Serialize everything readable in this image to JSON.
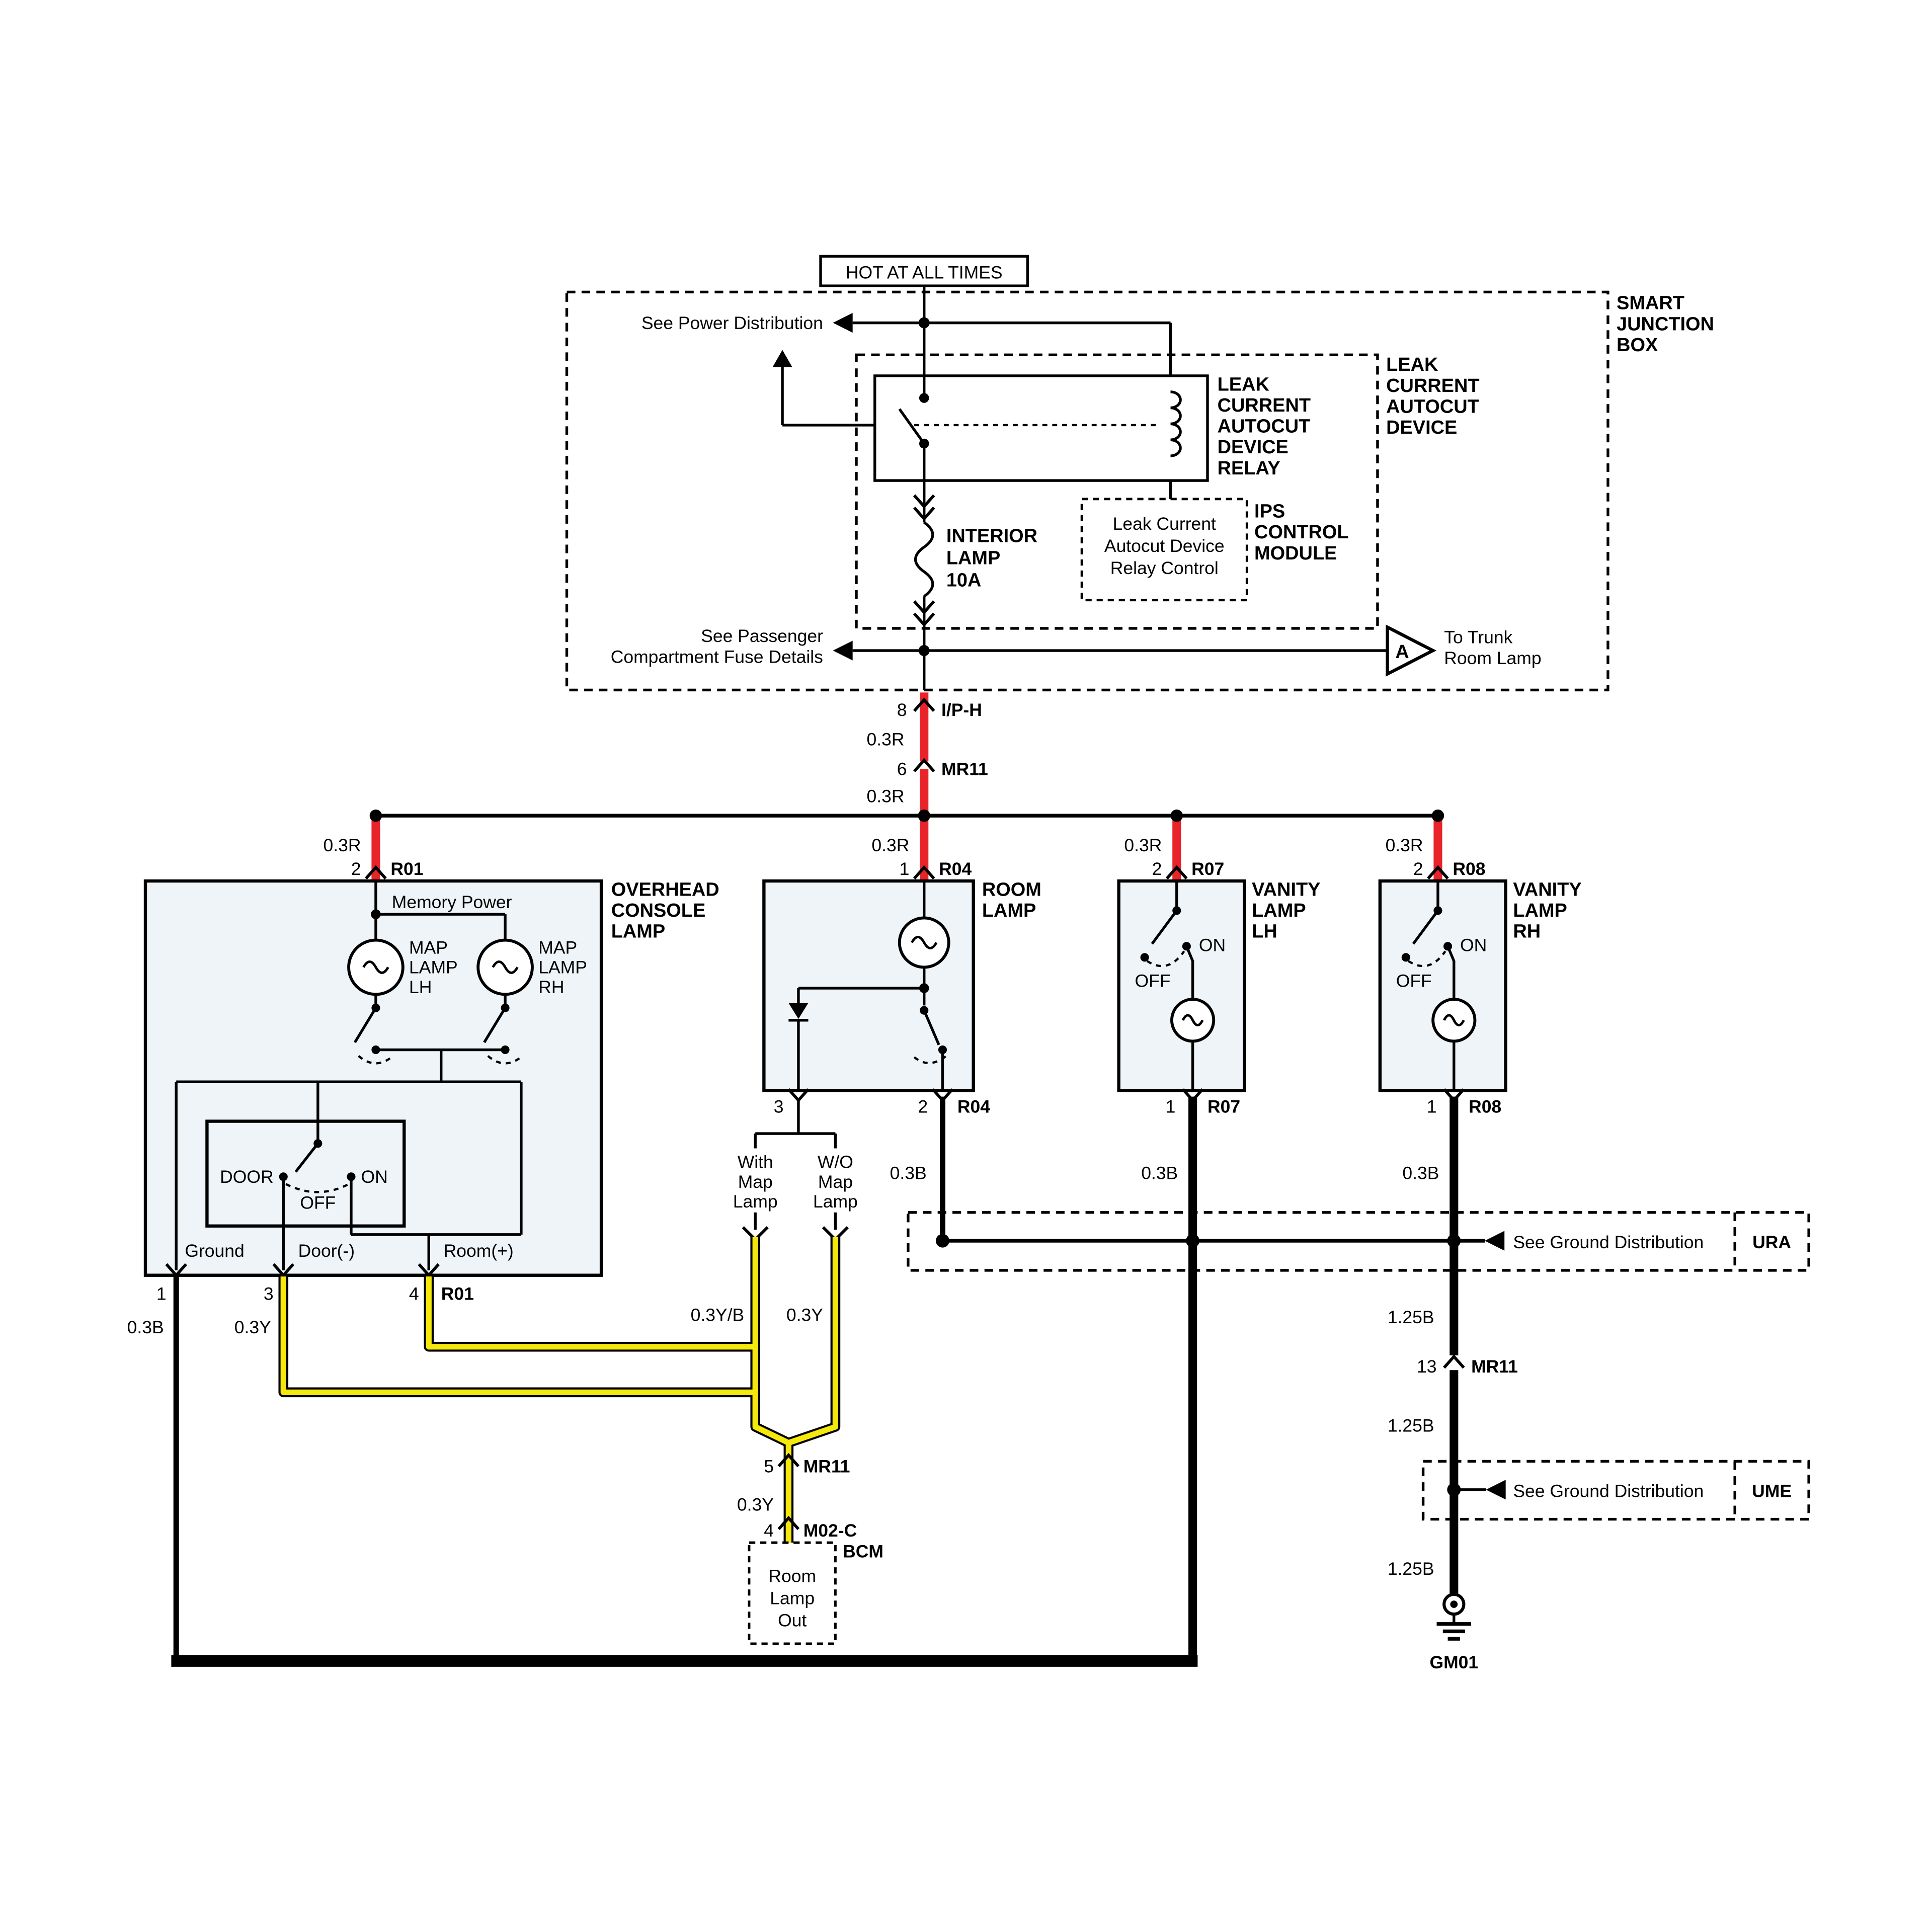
{
  "colors": {
    "wire_red": "#e8232a",
    "wire_yellow": "#f4e80c",
    "wire_black": "#000000",
    "component_fill": "#eef4f8",
    "background": "#ffffff"
  },
  "power": {
    "hot_at_all_times": "HOT AT ALL TIMES",
    "see_power_distribution": "See Power Distribution",
    "smart_junction_box": [
      "SMART",
      "JUNCTION",
      "BOX"
    ],
    "leak_current_autocut_device": [
      "LEAK",
      "CURRENT",
      "AUTOCUT",
      "DEVICE"
    ],
    "relay": [
      "LEAK",
      "CURRENT",
      "AUTOCUT",
      "DEVICE",
      "RELAY"
    ],
    "fuse": [
      "INTERIOR",
      "LAMP",
      "10A"
    ],
    "ips_relay_control": [
      "Leak Current",
      "Autocut Device",
      "Relay Control"
    ],
    "ips_module": [
      "IPS",
      "CONTROL",
      "MODULE"
    ],
    "see_passenger": [
      "See Passenger",
      "Compartment Fuse Details"
    ],
    "trunk_letter": "A",
    "to_trunk": [
      "To Trunk",
      "Room Lamp"
    ]
  },
  "feed": {
    "iph_pin": "8",
    "iph_name": "I/P-H",
    "wire_a": "0.3R",
    "mr11_pin": "6",
    "mr11_name": "MR11",
    "wire_b": "0.3R"
  },
  "branches": {
    "r01": {
      "wire": "0.3R",
      "pin": "2",
      "name": "R01"
    },
    "r04": {
      "wire": "0.3R",
      "pin": "1",
      "name": "R04"
    },
    "r07": {
      "wire": "0.3R",
      "pin": "2",
      "name": "R07"
    },
    "r08": {
      "wire": "0.3R",
      "pin": "2",
      "name": "R08"
    }
  },
  "overhead": {
    "title": [
      "OVERHEAD",
      "CONSOLE",
      "LAMP"
    ],
    "memory_power": "Memory Power",
    "map_lh": [
      "MAP",
      "LAMP",
      "LH"
    ],
    "map_rh": [
      "MAP",
      "LAMP",
      "RH"
    ],
    "door": "DOOR",
    "off": "OFF",
    "on": "ON",
    "ground": "Ground",
    "door_neg": "Door(-)",
    "room_pos": "Room(+)",
    "pin1": "1",
    "pin3": "3",
    "pin4": "4",
    "pin4_name": "R01",
    "wire_pin1": "0.3B",
    "wire_pin3": "0.3Y"
  },
  "room": {
    "title": [
      "ROOM",
      "LAMP"
    ],
    "pin3": "3",
    "pin2": "2",
    "pin2_name": "R04",
    "wire_pin2": "0.3B"
  },
  "vanity_lh": {
    "title": [
      "VANITY",
      "LAMP",
      "LH"
    ],
    "on": "ON",
    "off": "OFF",
    "pin": "1",
    "name": "R07",
    "wire": "0.3B"
  },
  "vanity_rh": {
    "title": [
      "VANITY",
      "LAMP",
      "RH"
    ],
    "on": "ON",
    "off": "OFF",
    "pin": "1",
    "name": "R08",
    "wire": "0.3B"
  },
  "options": {
    "with_map": [
      "With",
      "Map",
      "Lamp"
    ],
    "wo_map": [
      "W/O",
      "Map",
      "Lamp"
    ],
    "wire_with": "0.3Y/B",
    "wire_wo": "0.3Y"
  },
  "bcm": {
    "mr11_pin": "5",
    "mr11_name": "MR11",
    "wire": "0.3Y",
    "m02c_pin": "4",
    "m02c_name": "M02-C",
    "label": "BCM",
    "room_lamp_out": [
      "Room",
      "Lamp",
      "Out"
    ]
  },
  "ground": {
    "ura_text": "See Ground Distribution",
    "ura_name": "URA",
    "ume_text": "See Ground Distribution",
    "ume_name": "UME",
    "wire_1": "1.25B",
    "mr11_pin": "13",
    "mr11_name": "MR11",
    "wire_2": "1.25B",
    "wire_3": "1.25B",
    "gm01": "GM01"
  }
}
